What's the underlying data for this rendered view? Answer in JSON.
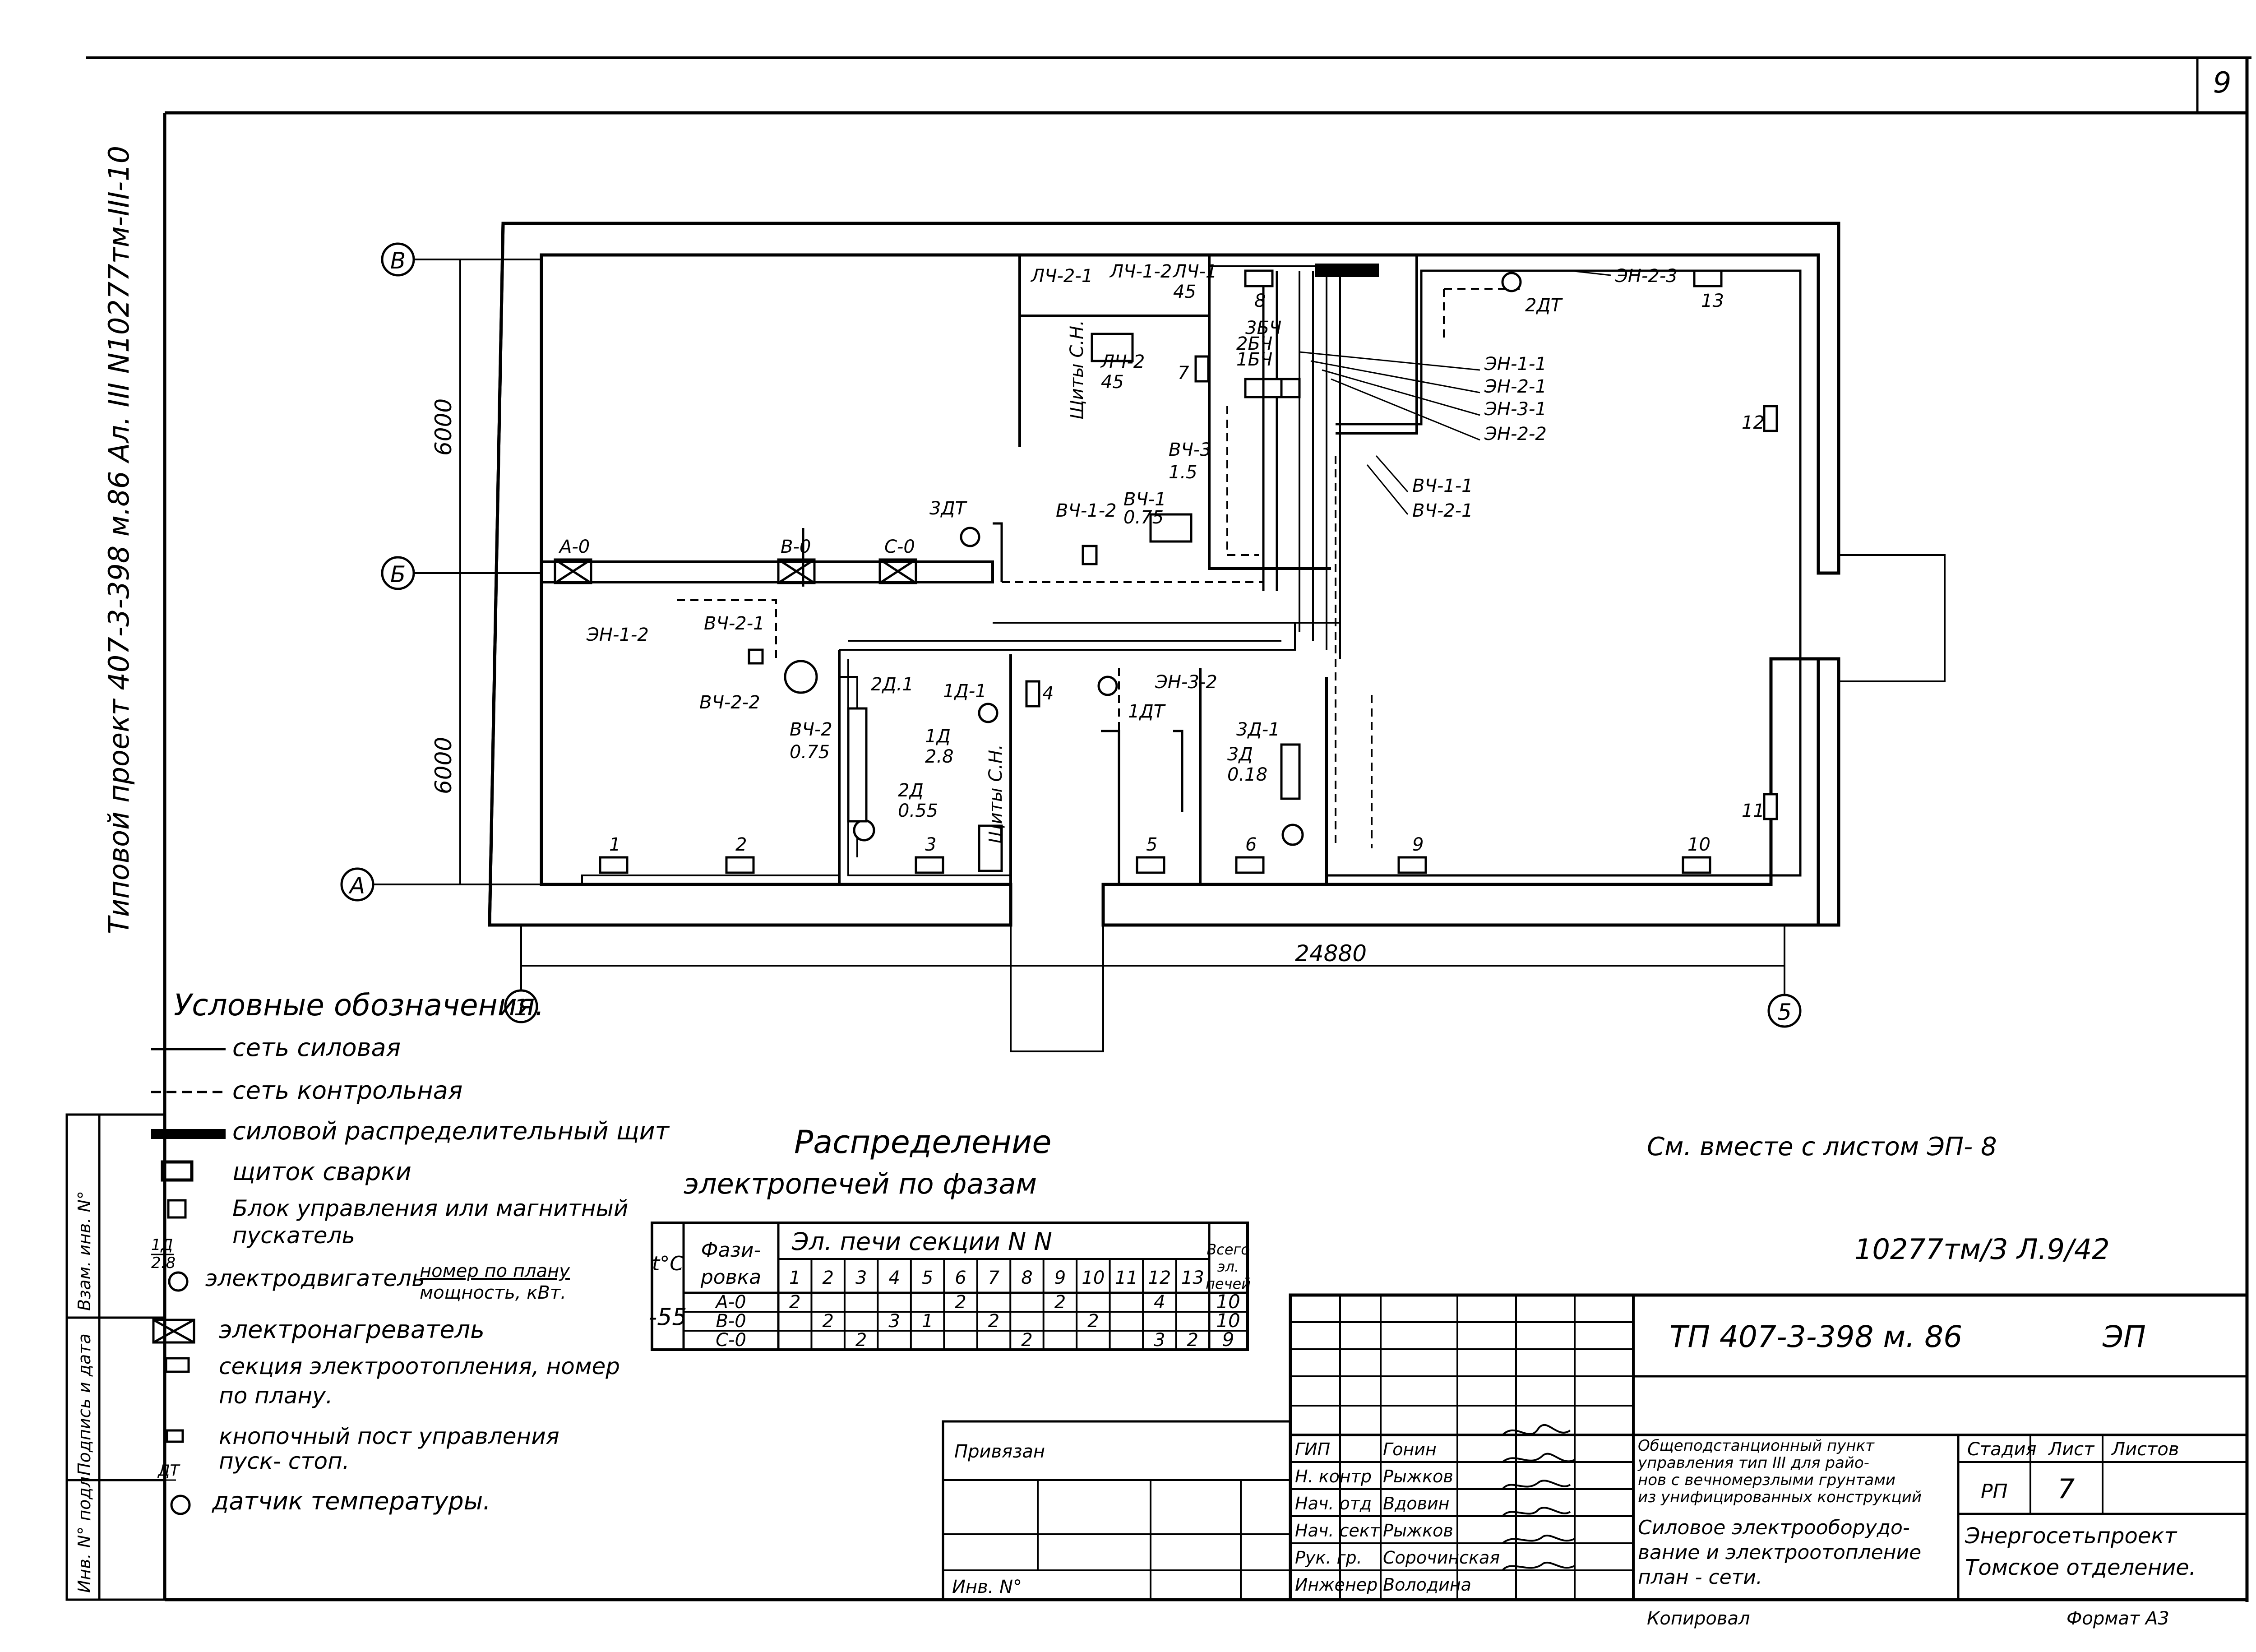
{
  "sheet_number": "9",
  "side_text": "Типовой проект 407-3-398 м.86   Ал. III N10277тм-III-10",
  "axes": {
    "B": "В",
    "BB": "Б",
    "A": "А",
    "c1": "1",
    "c5": "5"
  },
  "dims": {
    "d6000a": "6000",
    "d6000b": "6000",
    "d24880": "24880"
  },
  "plan_labels": {
    "A0": "А-0",
    "B0": "В-0",
    "C0": "С-0",
    "EN12": "ЭН-1-2",
    "VU21": "ВЧ-2-1",
    "VU22": "ВЧ-2-2",
    "VU2": "ВЧ-2",
    "VU2p": "0.75",
    "D3": "3ДТ",
    "D2": "2ДТ",
    "D1": "1ДТ",
    "M21": "2Д.1",
    "M1": "1Д",
    "M1p": "2.8",
    "M11": "1Д-1",
    "M2": "2Д",
    "M2p": "0.55",
    "M3": "3Д",
    "M3p": "0.18",
    "M31": "3Д-1",
    "EN32": "ЭН-3-2",
    "VU12": "ВЧ-1-2",
    "VU1": "ВЧ-1",
    "VU1p": "0.75",
    "VU3": "ВЧ-3",
    "VU3p": "1.5",
    "L1": "ЛЧ-1",
    "L1p": "45",
    "L12": "ЛЧ-1-2",
    "L21": "ЛЧ-2-1",
    "L2": "ЛЧ-2",
    "L2p": "45",
    "shield1": "Щиты С.Н.",
    "shield2": "Щиты С.Н.",
    "BU3": "3БЧ",
    "BU2": "2БЧ",
    "BU1": "1БЧ",
    "EN11": "ЭН-1-1",
    "EN21": "ЭН-2-1",
    "EN31": "ЭН-3-1",
    "EN22": "ЭН-2-2",
    "EN23": "ЭН-2-3",
    "VU11": "ВЧ-1-1",
    "VU21r": "ВЧ-2-1",
    "h1": "1",
    "h2": "2",
    "h3": "3",
    "h4": "4",
    "h5": "5",
    "h6": "6",
    "h7": "7",
    "h8": "8",
    "h9": "9",
    "h10": "10",
    "h11": "11",
    "h12": "12",
    "h13": "13"
  },
  "legend": {
    "title": "Условные обозначения.",
    "power_net": "сеть силовая",
    "control_net": "сеть контрольная",
    "dist_board": "силовой распределительный щит",
    "weld_box": "щиток сварки",
    "control_unit_1": "Блок управления или магнитный",
    "control_unit_2": "пускатель",
    "motor_num": "1Д",
    "motor_pow": "2.8",
    "motor": "электродвигатель",
    "motor_note_1": "номер по плану",
    "motor_note_2": "мощность, кВт.",
    "heater": "электронагреватель",
    "heat_section_1": "секция электроотопления, номер",
    "heat_section_2": "по плану.",
    "button_post_1": "кнопочный пост управления",
    "button_post_2": "пуск- стоп.",
    "sensor_tag": "ДТ",
    "sensor": "датчик температуры."
  },
  "phase_table": {
    "title_1": "Распределение",
    "title_2": "электропечей по фазам",
    "temp_header": "t°C",
    "phase_header_1": "Фази-",
    "phase_header_2": "ровка",
    "group_header": "Эл. печи секции N N",
    "total_header_1": "Всего",
    "total_header_2": "эл.",
    "total_header_3": "печей",
    "columns": [
      "1",
      "2",
      "3",
      "4",
      "5",
      "6",
      "7",
      "8",
      "9",
      "10",
      "11",
      "12",
      "13"
    ],
    "temp_value": "-55",
    "rows": [
      {
        "phase": "А-0",
        "cells": [
          "2",
          "",
          "",
          "",
          "",
          "2",
          "",
          "",
          "2",
          "",
          "",
          "4",
          ""
        ],
        "total": "10"
      },
      {
        "phase": "В-0",
        "cells": [
          "",
          "2",
          "",
          "3",
          "1",
          "",
          "2",
          "",
          "",
          "2",
          "",
          "",
          ""
        ],
        "total": "10"
      },
      {
        "phase": "С-0",
        "cells": [
          "",
          "",
          "2",
          "",
          "",
          "",
          "",
          "2",
          "",
          "",
          "",
          "3",
          "2"
        ],
        "total": "9"
      }
    ]
  },
  "see_also": "См. вместе с листом ЭП- 8",
  "handwritten_code": "10277тм/3 Л.9/42",
  "title_block": {
    "code": "ТП 407-3-398 м. 86",
    "mark": "ЭП",
    "bound_label": "Привязан",
    "inv_label": "Инв. N°",
    "roles": [
      "ГИП",
      "Н. контр",
      "Нач. отд",
      "Нач. сект",
      "Рук. гр.",
      "Инженер"
    ],
    "names": [
      "Гонин",
      "Рыжков",
      "Вдовин",
      "Рыжков",
      "Сорочинская",
      "Володина"
    ],
    "object_title": [
      "Общеподстанционный пункт",
      "управления тип III для райо-",
      "нов с вечномерзлыми грунтами",
      "из унифицированных конструкций"
    ],
    "sheet_title": [
      "Силовое электрооборудо-",
      "вание и электроотопление",
      "план - сети."
    ],
    "stage_label": "Стадия",
    "sheet_label": "Лист",
    "sheets_label": "Листов",
    "stage": "РП",
    "sheet": "7",
    "org_1": "Энергосетьпроект",
    "org_2": "Томское отделение.",
    "bottom_left": "Копировал",
    "bottom_right": "Формат А3"
  },
  "left_strip": {
    "s1": "Инв. N° подл.",
    "s2": "Подпись и дата",
    "s3": "Взам. инв. N°"
  }
}
